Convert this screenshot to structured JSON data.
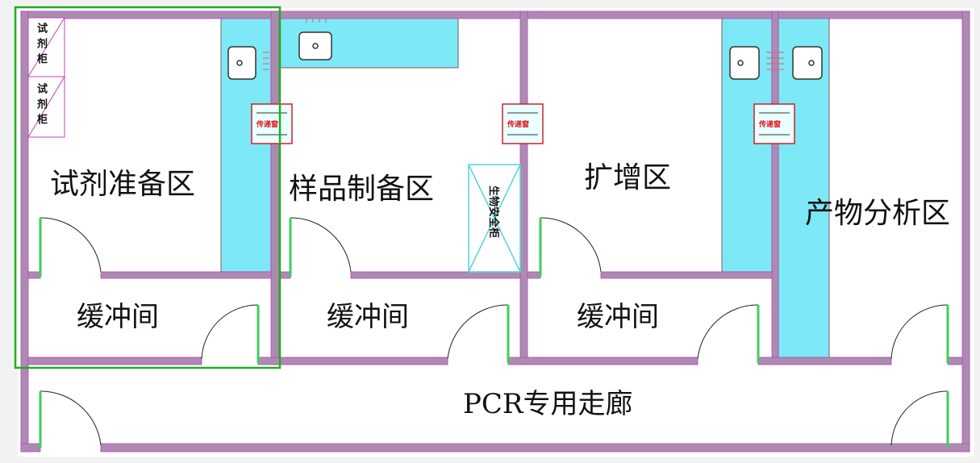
{
  "rooms": {
    "reagent_prep": "试剂准备区",
    "sample_prep": "样品制备区",
    "amplification": "扩增区",
    "product_analysis": "产物分析区",
    "buffer": "缓冲间",
    "corridor": "PCR专用走廊"
  },
  "equipment": {
    "reagent_cabinet": "试剂柜",
    "biosafety_cabinet": "生物安全柜",
    "pass_window": "传递窗"
  },
  "colors": {
    "wall": "#ab8cb0",
    "bench": "#7de8f6",
    "door": "#3ccf5a",
    "pass_window": "#d0202a",
    "selection": "#1fb01f"
  }
}
